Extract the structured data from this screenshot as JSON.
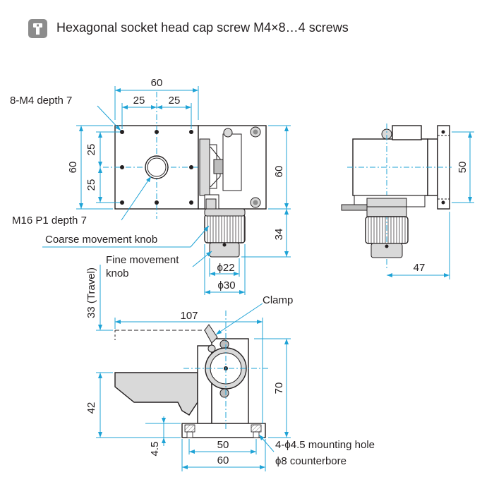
{
  "header": {
    "title": "Hexagonal socket head cap screw M4×8…4 screws",
    "icon": "screw-icon"
  },
  "top_view": {
    "dim_width": "60",
    "dim_25_left": "25",
    "dim_25_right": "25",
    "dim_height": "60",
    "dim_25_top": "25",
    "dim_25_bottom": "25",
    "dim_right_60": "60",
    "dim_34": "34",
    "dim_d22": "ϕ22",
    "dim_d30": "ϕ30",
    "label_tapped_holes": "8-M4 depth 7",
    "label_center_hole": "M16 P1 depth 7",
    "label_coarse_knob": "Coarse movement knob",
    "label_fine_knob_1": "Fine movement",
    "label_fine_knob_2": "knob"
  },
  "side_view": {
    "dim_50": "50",
    "dim_47": "47"
  },
  "front_view": {
    "dim_travel": "33 (Travel)",
    "dim_107": "107",
    "dim_70": "70",
    "dim_42": "42",
    "dim_4_5": "4.5",
    "dim_base_50": "50",
    "dim_base_60": "60",
    "label_clamp": "Clamp",
    "label_mounting_1": "4-ϕ4.5 mounting hole",
    "label_mounting_2": "ϕ8 counterbore"
  }
}
